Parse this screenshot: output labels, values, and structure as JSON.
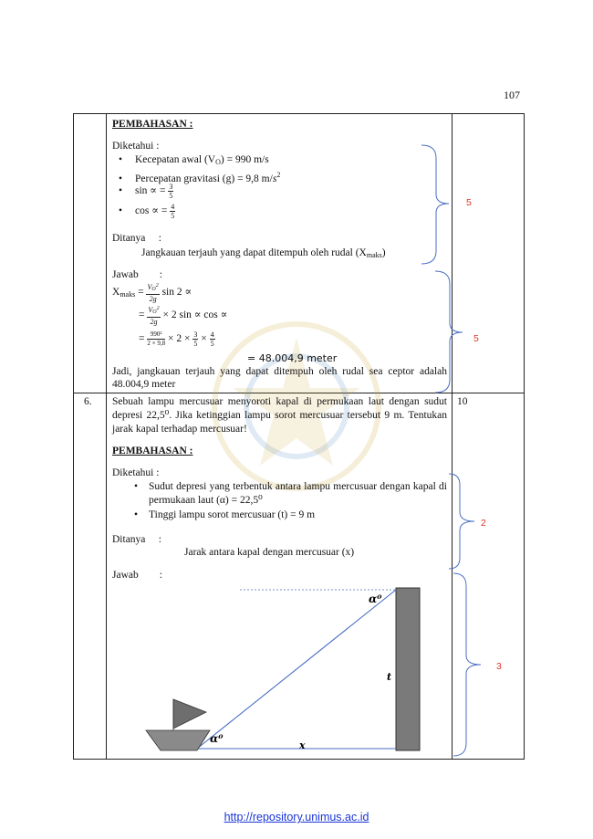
{
  "page_number": "107",
  "row1": {
    "heading": "PEMBAHASAN :",
    "diketahui_label": "Diketahui :",
    "known": {
      "v0_prefix": "Kecepatan awal (V",
      "v0_sub": "O",
      "v0_suffix": ") = 990 m/s",
      "g_text": "Percepatan gravitasi (g) = 9,8 m/",
      "g_unit_s": "s",
      "g_unit_exp": "2",
      "sin_text": "sin ∝ =",
      "sin_num": "3",
      "sin_den": "5",
      "cos_text": "cos ∝ =",
      "cos_num": "4",
      "cos_den": "5"
    },
    "ditanya_label": "Ditanya     :",
    "ditanya_text": "Jangkauan terjauh yang dapat ditempuh oleh rudal (X",
    "ditanya_sub": "maks",
    "ditanya_close": ")",
    "jawab_label": "Jawab        :",
    "eq1_lhs": "X",
    "eq1_lhs_sub": "maks",
    "eq1_eq": " =",
    "v0sq": "V",
    "v0sq_sub": "O",
    "v0sq_exp": "2",
    "two_g": "2g",
    "eq1_tail": " sin 2 ∝",
    "eq2_eq": "=",
    "eq2_tail": " × 2 sin ∝ cos ∝",
    "eq3_eq": "=",
    "eq3_num": "990²",
    "eq3_den": "2 × 9,8",
    "eq3_mid": " × 2 ×",
    "eq3_f1_num": "3",
    "eq3_f1_den": "5",
    "eq3_times": "×",
    "eq3_f2_num": "4",
    "eq3_f2_den": "5",
    "eq4": "=  48.004,9 meter",
    "conclusion": "Jadi, jangkauan terjauh yang dapat ditempuh oleh rudal sea ceptor adalah 48.004,9 meter",
    "score_a": "5",
    "score_b": "5"
  },
  "row2": {
    "number": "6.",
    "question": "Sebuah lampu mercusuar menyoroti kapal di permukaan laut dengan sudut depresi 22,5⁰. Jika ketinggian lampu sorot mercusuar tersebut 9 m. Tentukan jarak kapal terhadap mercusuar!",
    "total_score": "10",
    "heading": "PEMBAHASAN :",
    "diketahui_label": "Diketahui :",
    "known1": "Sudut depresi yang terbentuk antara lampu mercusuar dengan kapal di permukaan laut (α) = 22,5⁰",
    "known2": "Tinggi lampu sorot mercusuar (t) = 9 m",
    "ditanya_label": "Ditanya     :",
    "ditanya_text": "Jarak antara kapal dengan mercusuar (x)",
    "jawab_label": "Jawab        :",
    "score_a": "2",
    "score_b": "3",
    "diagram": {
      "angle_top": "α⁰",
      "angle_bottom": "α⁰",
      "height_label": "t",
      "distance_label": "x"
    }
  },
  "footer_link": "http://repository.unimus.ac.id"
}
